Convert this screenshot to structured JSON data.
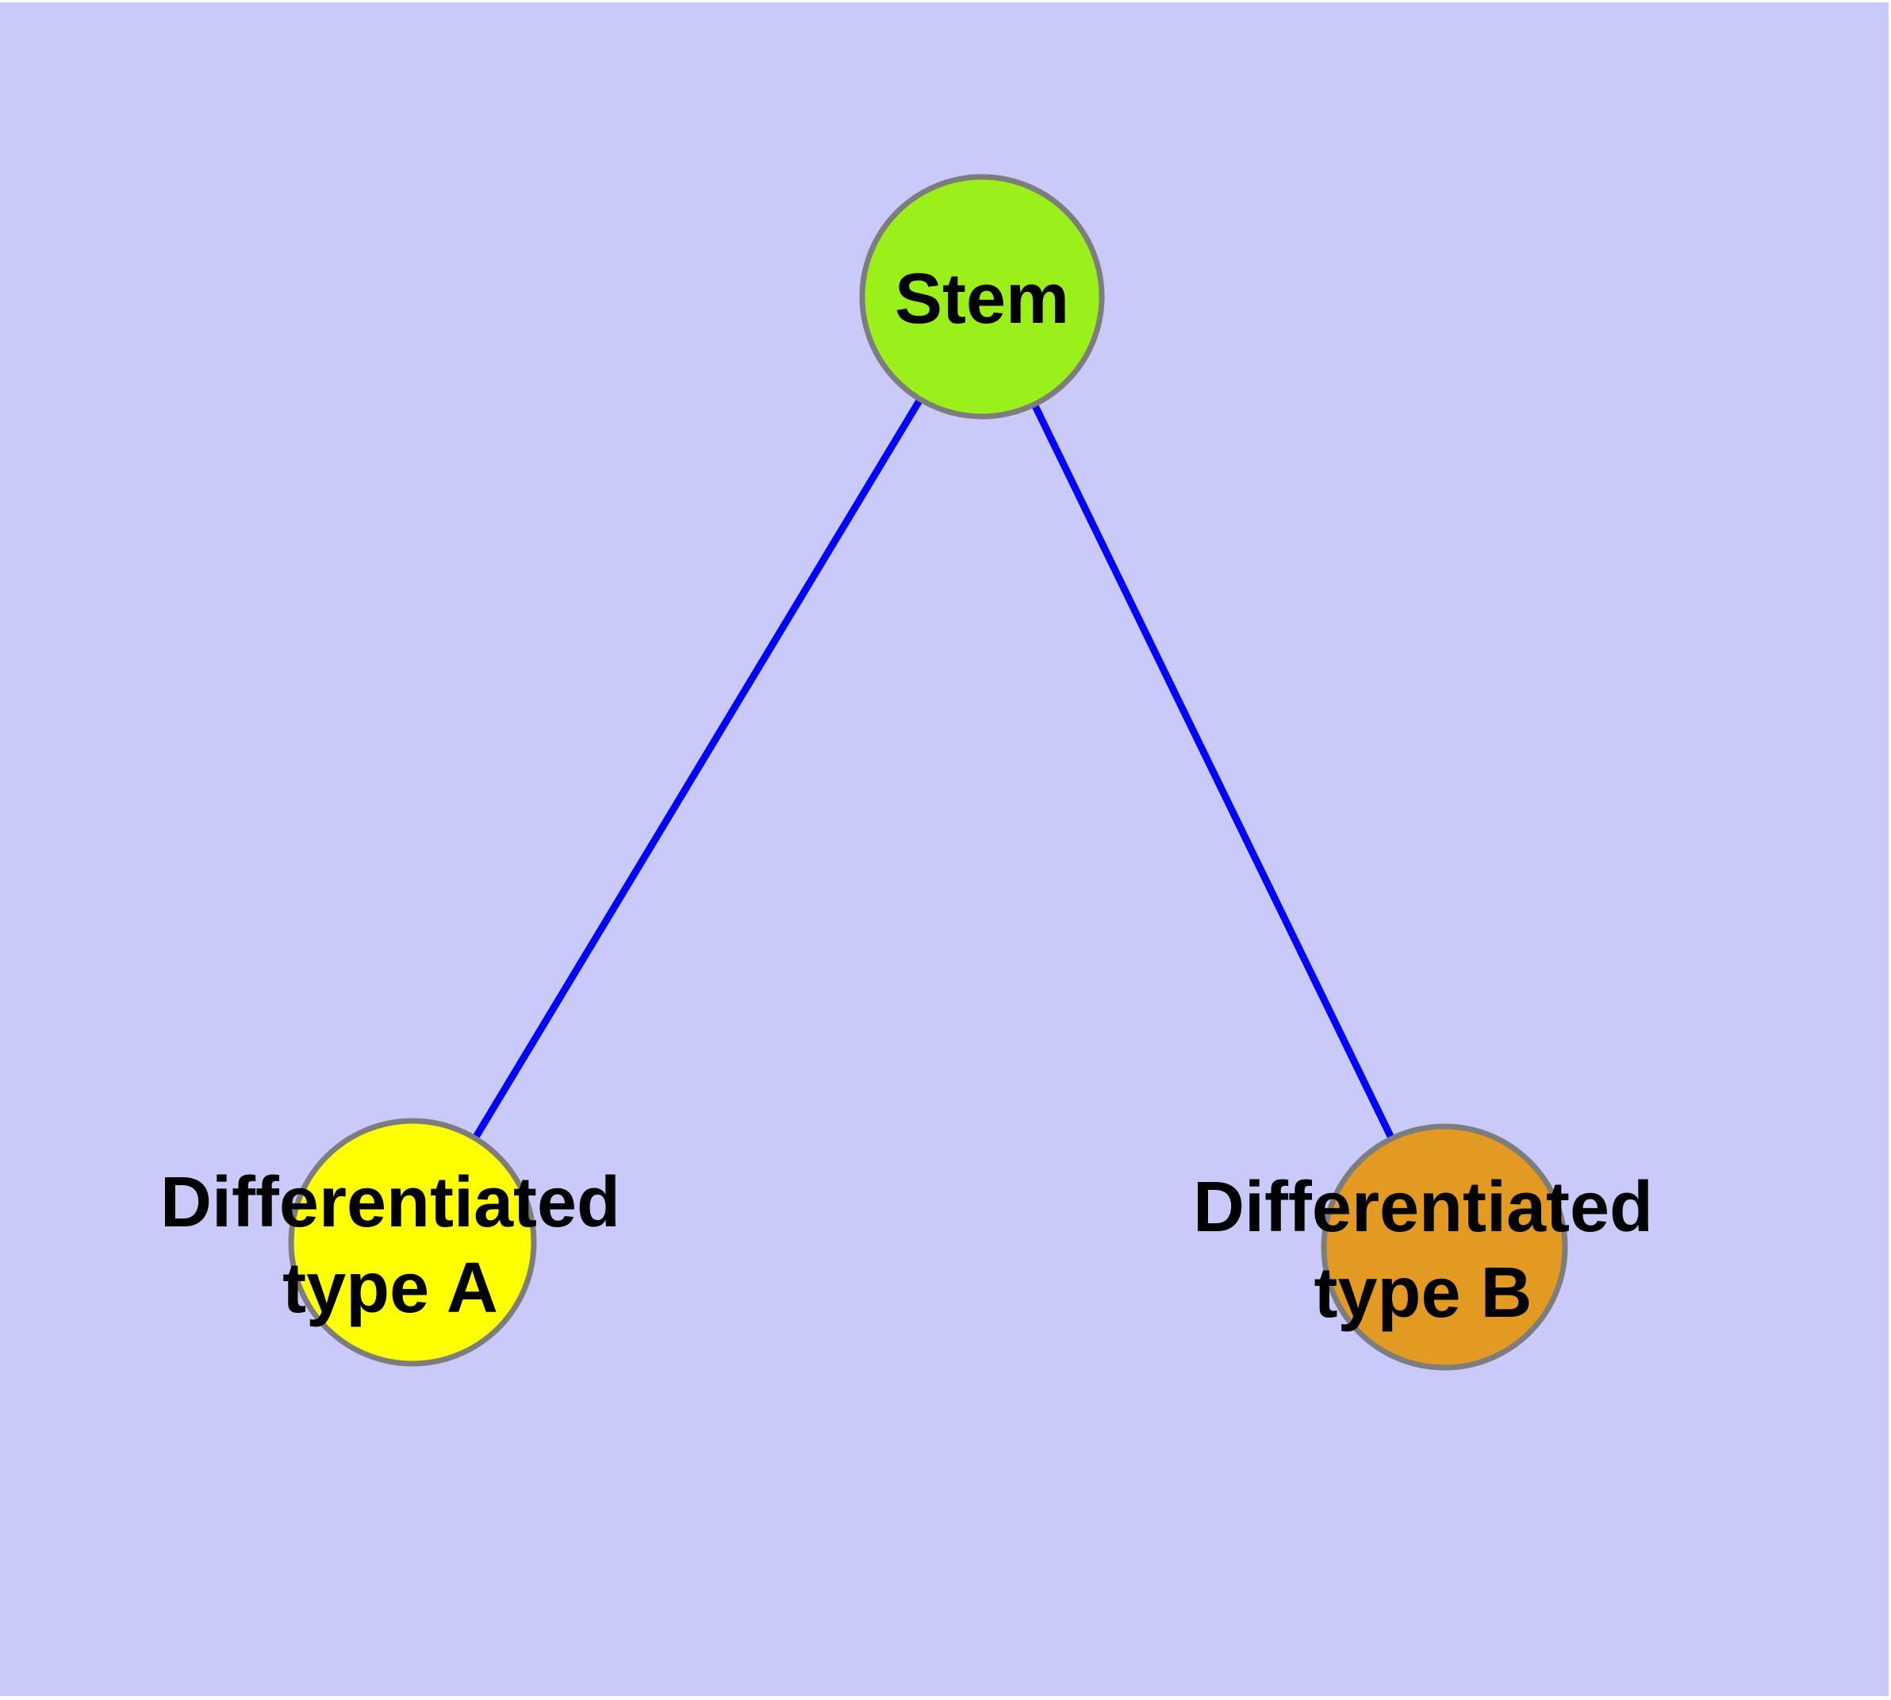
{
  "diagram": {
    "type": "graph",
    "background_color": "#C9C9FA",
    "frame_color": "#FFFFFF",
    "edge_color": "#0000FF",
    "node_border_color": "#7D7D7D",
    "label_color": "#000000",
    "nodes": [
      {
        "id": "stem",
        "label": "Stem",
        "fill": "#9CF01A"
      },
      {
        "id": "differentiated-type-a",
        "label_line1": "Differentiated",
        "label_line2": "type A",
        "fill": "#FFFF00"
      },
      {
        "id": "differentiated-type-b",
        "label_line1": "Differentiated",
        "label_line2": "type B",
        "fill": "#E39A22"
      }
    ],
    "edges": [
      {
        "from": "Stem",
        "to": "Differentiated type A"
      },
      {
        "from": "Stem",
        "to": "Differentiated type B"
      }
    ]
  }
}
